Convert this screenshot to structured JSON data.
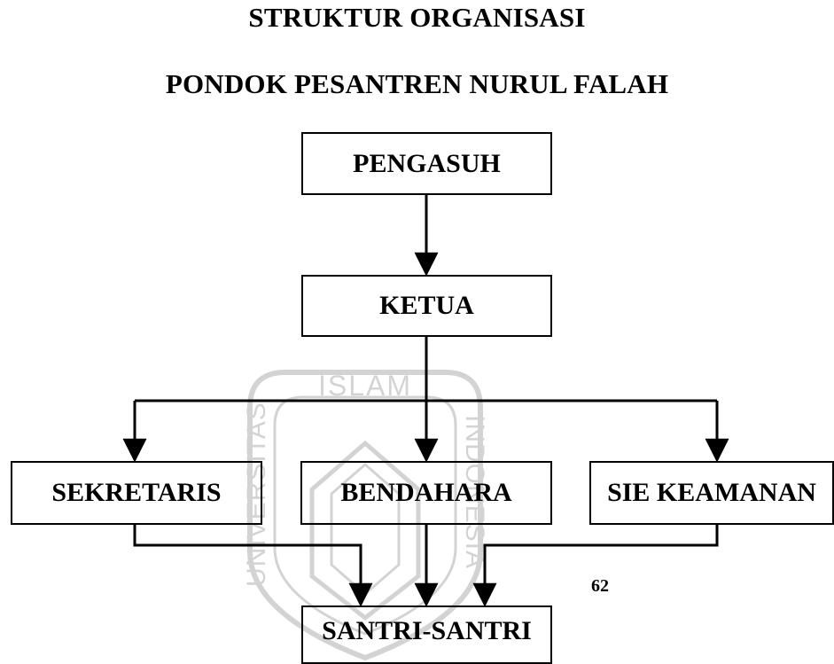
{
  "title": {
    "line1": "STRUKTUR ORGANISASI",
    "line2": "PONDOK PESANTREN NURUL FALAH"
  },
  "nodes": {
    "pengasuh": "PENGASUH",
    "ketua": "KETUA",
    "sekretaris": "SEKRETARIS",
    "bendahara": "BENDAHARA",
    "sie_keamanan": "SIE KEAMANAN",
    "santri": "SANTRI-SANTRI"
  },
  "page_number": "62",
  "watermark": {
    "text_top": "ISLAM",
    "text_left": "UNIVERSITAS",
    "text_right": "INDONESIA"
  }
}
